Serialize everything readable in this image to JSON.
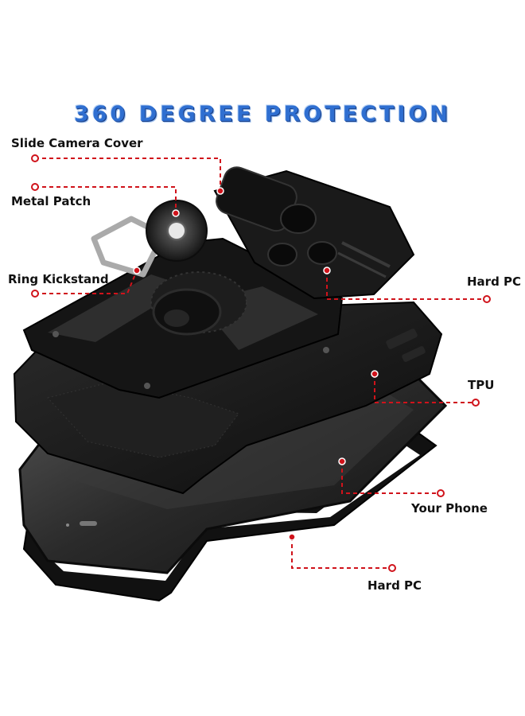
{
  "title": "360 DEGREE PROTECTION",
  "labels": {
    "slide_camera_cover": "Slide Camera Cover",
    "metal_patch": "Metal Patch",
    "ring_kickstand": "Ring Kickstand",
    "hard_pc_top": "Hard PC",
    "tpu": "TPU",
    "your_phone": "Your Phone",
    "hard_pc_bottom": "Hard PC"
  },
  "colors": {
    "title": "#2f6fd1",
    "callout": "#d0131b",
    "case": "#141414",
    "phone": "#2b2b2b"
  }
}
